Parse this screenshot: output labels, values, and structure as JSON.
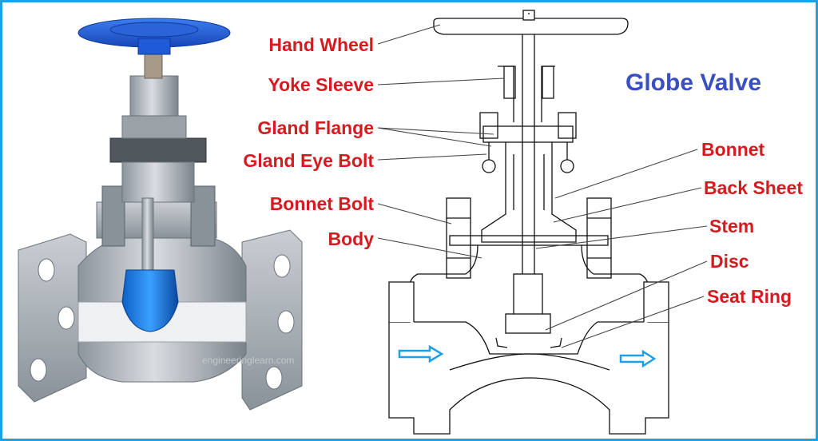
{
  "title": "Globe Valve",
  "watermark": "engineeringlearn.com",
  "labels": {
    "left": [
      {
        "id": "hand-wheel",
        "text": "Hand Wheel"
      },
      {
        "id": "yoke-sleeve",
        "text": "Yoke Sleeve"
      },
      {
        "id": "gland-flange",
        "text": "Gland Flange"
      },
      {
        "id": "gland-eye-bolt",
        "text": "Gland Eye Bolt"
      },
      {
        "id": "bonnet-bolt",
        "text": "Bonnet Bolt"
      },
      {
        "id": "body",
        "text": "Body"
      }
    ],
    "right": [
      {
        "id": "bonnet",
        "text": "Bonnet"
      },
      {
        "id": "back-sheet",
        "text": "Back Sheet"
      },
      {
        "id": "stem",
        "text": "Stem"
      },
      {
        "id": "disc",
        "text": "Disc"
      },
      {
        "id": "seat-ring",
        "text": "Seat Ring"
      }
    ]
  },
  "colors": {
    "border": "#1ea0e6",
    "label": "#d71920",
    "title": "#3a4fc0",
    "flow_arrow": "#1ea0e6",
    "handwheel_3d": "#1f5bd6"
  },
  "icons": [
    "flow-arrow-icon"
  ]
}
